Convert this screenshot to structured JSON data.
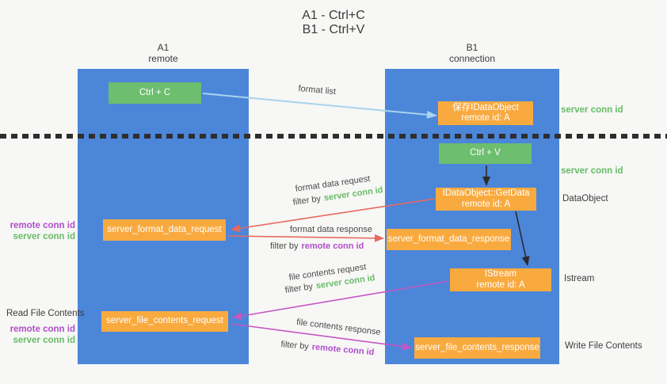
{
  "title": {
    "line1": "A1 - Ctrl+C",
    "line2": "B1 - Ctrl+V"
  },
  "lifelines": {
    "left": {
      "name": "A1",
      "role": "remote"
    },
    "right": {
      "name": "B1",
      "role": "connection"
    }
  },
  "boxes": {
    "ctrl_c": {
      "label": "Ctrl + C"
    },
    "ctrl_v": {
      "label": "Ctrl + V"
    },
    "save_idataobject": {
      "line1": "保存IDataObject",
      "line2": "remote id: A"
    },
    "idataobject_getdata": {
      "line1": "IDataObject::GetData",
      "line2": "remote id: A"
    },
    "istream": {
      "line1": "IStream",
      "line2": "remote id: A"
    },
    "server_format_data_request": {
      "label": "server_format_data_request"
    },
    "server_format_data_response": {
      "label": "server_format_data_response"
    },
    "server_file_contents_request": {
      "label": "server_file_contents_request"
    },
    "server_file_contents_response": {
      "label": "server_file_contents_response"
    }
  },
  "arrow_labels": {
    "format_list": "format list",
    "format_data_request": "format data request",
    "format_data_response": "format data response",
    "file_contents_request": "file contents request",
    "file_contents_response": "file contents response"
  },
  "shared": {
    "filter_by": "filter by",
    "server_conn_id": "server conn id",
    "remote_conn_id": "remote conn id"
  },
  "side_labels": {
    "dataobject": "DataObject",
    "istream": "Istream",
    "read_file_contents": "Read File Contents",
    "write_file_contents": "Write File Contents"
  },
  "colors": {
    "lifeline_blue": "#4b86d9",
    "action_green": "#6dbe6e",
    "object_orange": "#f9aa3f",
    "arrow_light_blue": "#a9d3ee",
    "arrow_red": "#e8695e",
    "arrow_magenta": "#c457c4",
    "arrow_black": "#2b2b2b",
    "text_green": "#67bd66",
    "text_purple": "#ae4fc9",
    "background": "#f7f7f6"
  }
}
